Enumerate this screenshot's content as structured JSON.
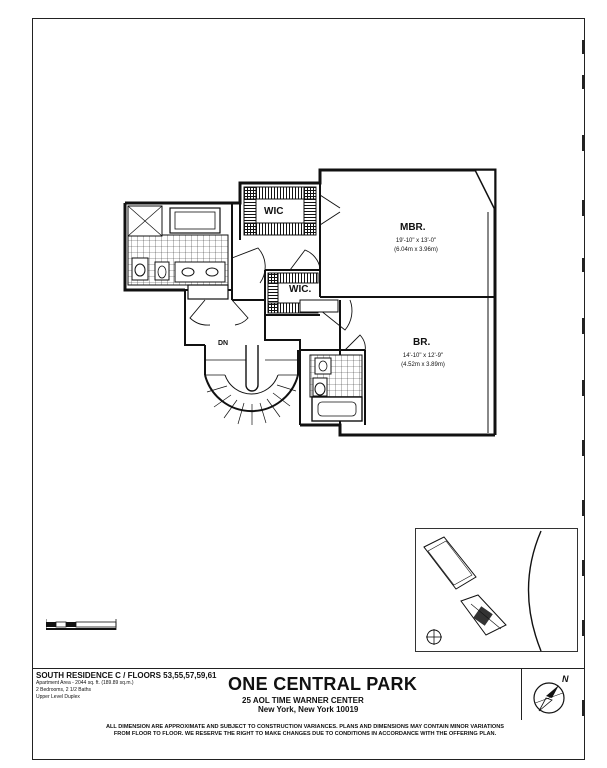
{
  "rooms": {
    "mbr": {
      "label": "MBR.",
      "dim_imperial": "19'-10\" x 13'-0\"",
      "dim_metric": "(6.04m x 3.96m)"
    },
    "br": {
      "label": "BR.",
      "dim_imperial": "14'-10\" x 12'-9\"",
      "dim_metric": "(4.52m x 3.89m)"
    },
    "wic_1": {
      "label": "WIC"
    },
    "wic_2": {
      "label": "WIC."
    },
    "stair": {
      "label": "DN"
    }
  },
  "residence": {
    "title": "SOUTH RESIDENCE C / FLOORS 53,55,57,59,61",
    "area": "Apartment Area - 2044 sq. ft. (189.89 sq.m.)",
    "rooms": "2 Bedrooms, 2 1/2 Baths",
    "level": "Upper Level Duplex"
  },
  "building": {
    "name": "ONE CENTRAL PARK",
    "address_line1": "25 AOL TIME WARNER CENTER",
    "address_line2": "New York, New York 10019"
  },
  "compass": {
    "north_label": "N"
  },
  "disclaimer": {
    "line1": "ALL DIMENSION ARE APPROXIMATE AND SUBJECT TO CONSTRUCTION VARIANCES. PLANS AND DIMENSIONS MAY CONTAIN MINOR VARIATIONS",
    "line2": "FROM FLOOR TO FLOOR. WE RESERVE THE RIGHT TO MAKE CHANGES DUE TO CONDITIONS IN ACCORDANCE WITH THE OFFERING PLAN."
  }
}
